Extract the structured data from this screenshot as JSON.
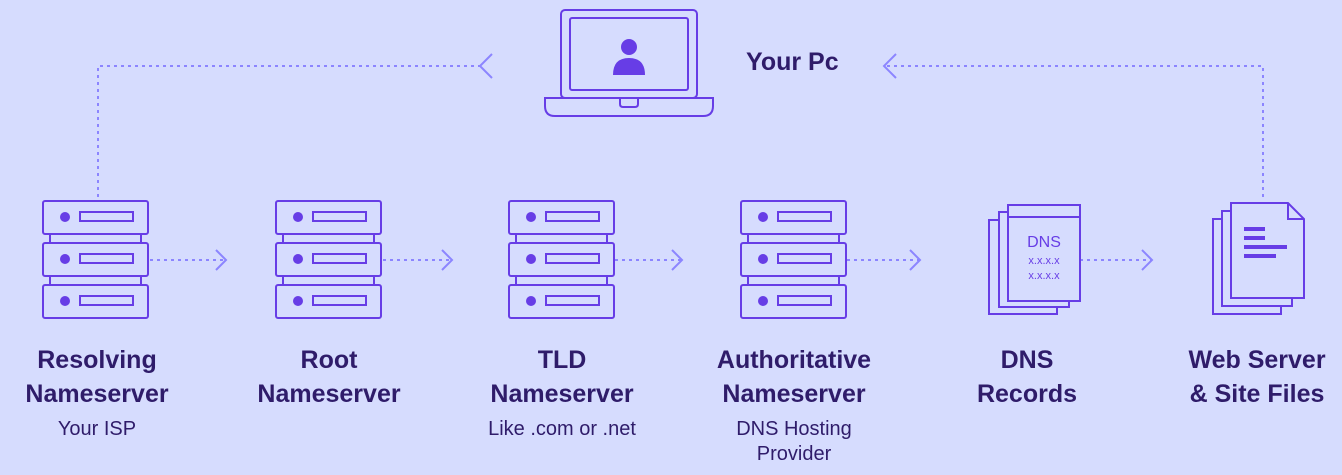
{
  "pc": {
    "label": "Your Pc"
  },
  "nodes": [
    {
      "title": "Resolving\nNameserver",
      "subtitle": "Your ISP"
    },
    {
      "title": "Root\nNameserver",
      "subtitle": ""
    },
    {
      "title": "TLD\nNameserver",
      "subtitle": "Like .com or .net"
    },
    {
      "title": "Authoritative\nNameserver",
      "subtitle": "DNS Hosting\nProvider"
    },
    {
      "title": "DNS\nRecords",
      "subtitle": ""
    },
    {
      "title": "Web Server\n& Site Files",
      "subtitle": ""
    }
  ],
  "dns_doc": {
    "heading": "DNS",
    "line1": "x.x.x.x",
    "line2": "x.x.x.x"
  },
  "colors": {
    "background": "#d6dcfe",
    "accent": "#673de6",
    "text": "#2f1c6a",
    "dashed": "#8c85ff"
  }
}
